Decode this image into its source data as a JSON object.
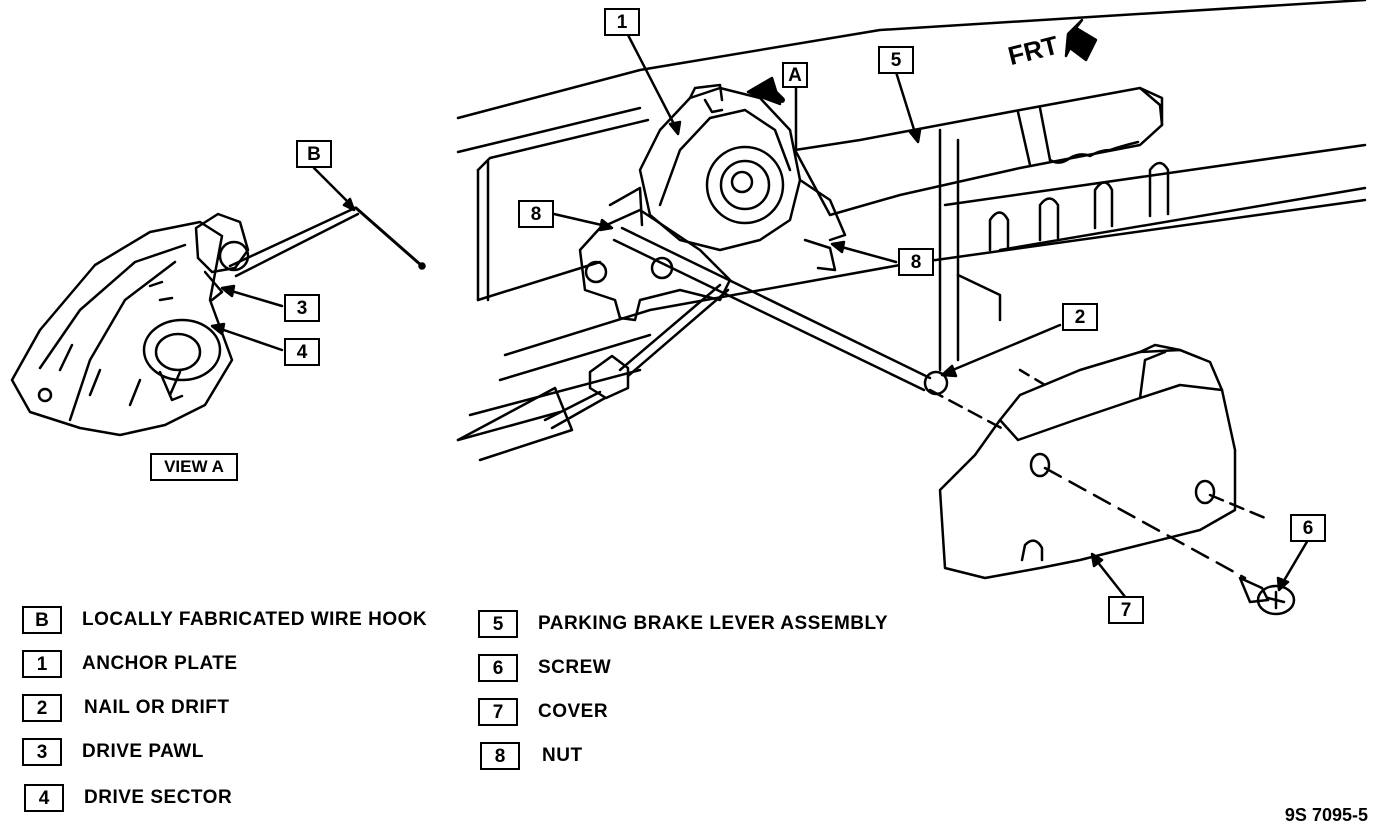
{
  "diagram": {
    "view_label": "VIEW A",
    "direction_label": "FRT",
    "figure_id": "9S 7095-5",
    "callouts": {
      "b": "B",
      "c1": "1",
      "a": "A",
      "c5": "5",
      "c8_left": "8",
      "c8_right": "8",
      "c3": "3",
      "c4": "4",
      "c2": "2",
      "c6": "6",
      "c7": "7"
    }
  },
  "legend": {
    "items": [
      {
        "key": "B",
        "text": "LOCALLY FABRICATED WIRE HOOK"
      },
      {
        "key": "1",
        "text": "ANCHOR PLATE"
      },
      {
        "key": "2",
        "text": "NAIL OR DRIFT"
      },
      {
        "key": "3",
        "text": "DRIVE PAWL"
      },
      {
        "key": "4",
        "text": "DRIVE SECTOR"
      },
      {
        "key": "5",
        "text": "PARKING BRAKE LEVER ASSEMBLY"
      },
      {
        "key": "6",
        "text": "SCREW"
      },
      {
        "key": "7",
        "text": "COVER"
      },
      {
        "key": "8",
        "text": "NUT"
      }
    ]
  }
}
